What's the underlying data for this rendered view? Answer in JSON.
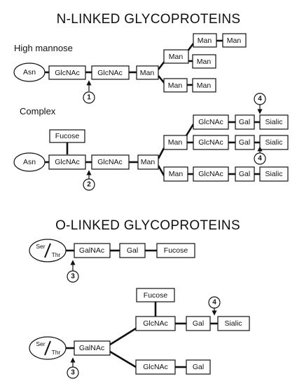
{
  "titles": {
    "n_linked": "N-LINKED GLYCOPROTEINS",
    "o_linked": "O-LINKED GLYCOPROTEINS"
  },
  "sections": {
    "high_mannose": "High mannose",
    "complex": "Complex"
  },
  "labels": {
    "asn": "Asn",
    "glcnac": "GlcNAc",
    "galnac": "GalNAc",
    "man": "Man",
    "gal": "Gal",
    "fucose": "Fucose",
    "sialic": "Sialic",
    "ser": "Ser",
    "thr": "Thr"
  },
  "sites": {
    "one": "1",
    "two": "2",
    "three": "3",
    "four": "4"
  }
}
